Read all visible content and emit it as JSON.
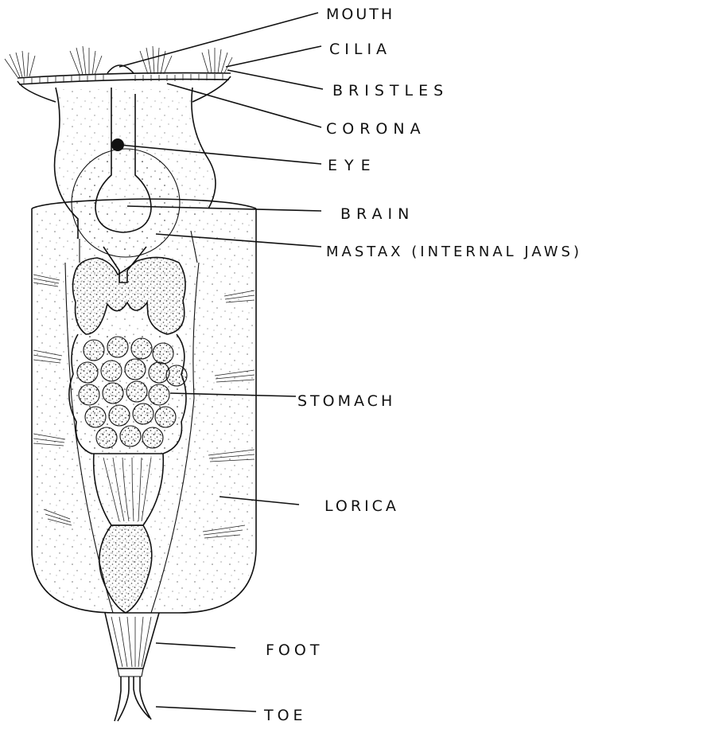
{
  "labels": {
    "mouth": "MOUTH",
    "cilia": "CILIA",
    "bristles": "BRISTLES",
    "corona": "CORONA",
    "eye": "EYE",
    "brain": "BRAIN",
    "mastax": "MASTAX (INTERNAL JAWS)",
    "stomach": "STOMACH",
    "lorica": "LORICA",
    "foot": "FOOT",
    "toe": "TOE"
  },
  "colors": {
    "ink": "#111111",
    "paper": "#ffffff"
  }
}
